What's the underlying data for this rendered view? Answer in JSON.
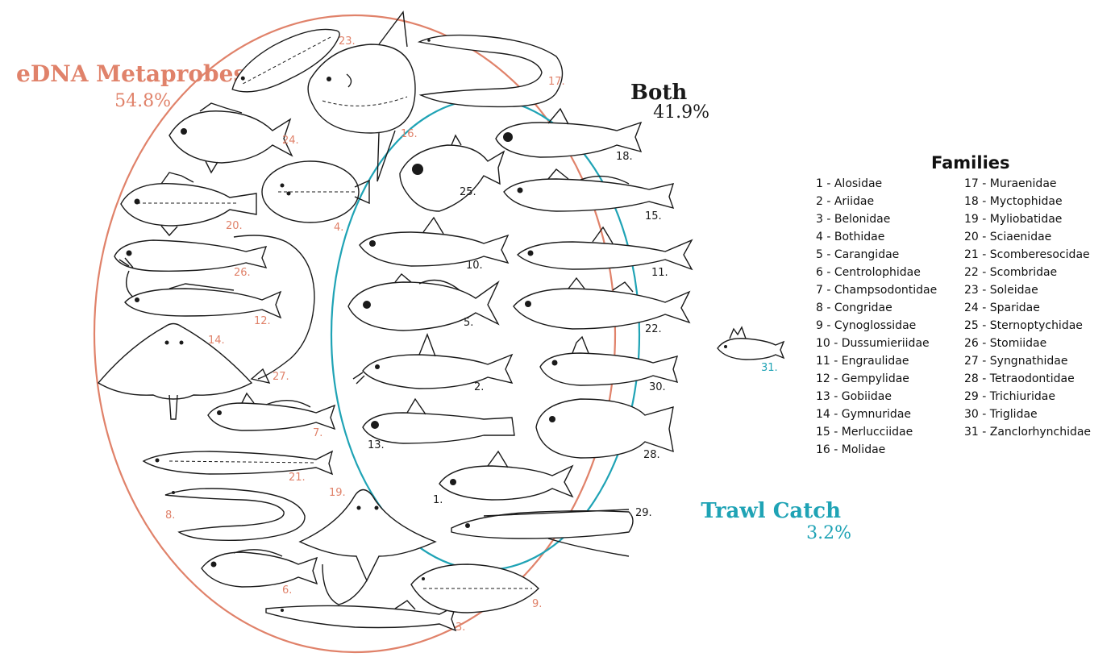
{
  "colors": {
    "edna": "#E0826A",
    "trawl": "#1FA3B5",
    "both": "#1a1a1a"
  },
  "edna": {
    "title": "eDNA Metaprobes",
    "percent": "54.8%"
  },
  "both": {
    "title": "Both",
    "percent": "41.9%"
  },
  "trawl": {
    "title": "Trawl Catch",
    "percent": "3.2%"
  },
  "families": {
    "title": "Families",
    "left": [
      "1 - Alosidae",
      "2 - Ariidae",
      "3 - Belonidae",
      "4 - Bothidae",
      "5 - Carangidae",
      "6 - Centrolophidae",
      "7 - Champsodontidae",
      "8 - Congridae",
      "9 - Cynoglossidae",
      "10 - Dussumieriidae",
      "11 - Engraulidae",
      "12 - Gempylidae",
      "13 - Gobiidae",
      "14 - Gymnuridae",
      "15 - Merlucciidae",
      "16 -  Molidae"
    ],
    "right": [
      "17 - Muraenidae",
      "18 - Myctophidae",
      "19 - Myliobatidae",
      "20 - Sciaenidae",
      "21 - Scomberesocidae",
      "22 - Scombridae",
      "23 - Soleidae",
      "24 - Sparidae",
      "25 - Sternoptychidae",
      "26 - Stomiidae",
      "27 - Syngnathidae",
      "28 - Tetraodontidae",
      "29 - Trichiuridae",
      "30 - Triglidae",
      "31 - Zanclorhynchidae"
    ]
  },
  "fish_labels": {
    "f1": "1.",
    "f2": "2.",
    "f3": "3.",
    "f4": "4.",
    "f5": "5.",
    "f6": "6.",
    "f7": "7.",
    "f8": "8.",
    "f9": "9.",
    "f10": "10.",
    "f11": "11.",
    "f12": "12.",
    "f13": "13.",
    "f14": "14.",
    "f15": "15.",
    "f16": "16.",
    "f17": "17.",
    "f18": "18.",
    "f19": "19.",
    "f20": "20.",
    "f21": "21.",
    "f22": "22.",
    "f23": "23.",
    "f24": "24.",
    "f25": "25.",
    "f26": "26.",
    "f27": "27.",
    "f28": "28.",
    "f29": "29.",
    "f30": "30.",
    "f31": "31."
  }
}
